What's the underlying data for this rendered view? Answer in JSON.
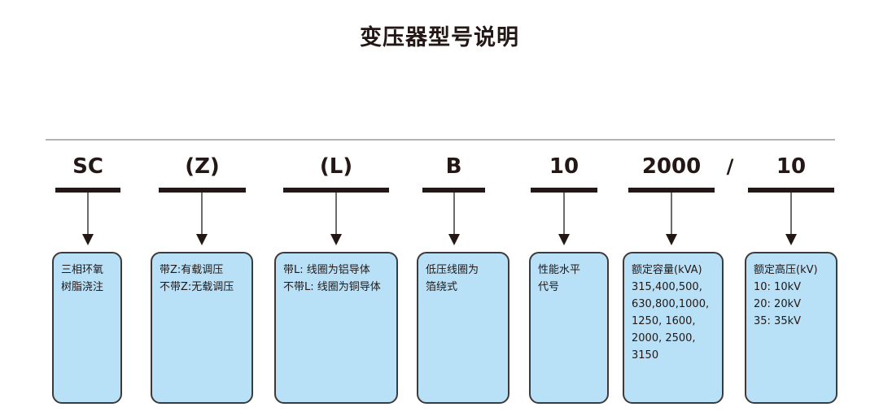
{
  "page": {
    "title": "变压器型号说明",
    "background_color": "#ffffff",
    "text_color": "#231815",
    "box_fill_color": "#b8e0f7",
    "box_border_color": "#3e3a39",
    "rule_color": "#b3b3b3"
  },
  "separator": {
    "slash": "/"
  },
  "segments": [
    {
      "code": "SC",
      "lines": [
        "三相环氧",
        "树脂浇注"
      ]
    },
    {
      "code": "(Z)",
      "lines": [
        "带Z:有载调压",
        "不带Z:无载调压"
      ]
    },
    {
      "code": "(L)",
      "lines": [
        "带L: 线圈为铝导体",
        "不带L: 线圈为铜导体"
      ]
    },
    {
      "code": "B",
      "lines": [
        "低压线圈为",
        "箔绕式"
      ]
    },
    {
      "code": "10",
      "lines": [
        "性能水平",
        "代号"
      ]
    },
    {
      "code": "2000",
      "lines": [
        "额定容量(kVA)",
        "315,400,500,",
        "630,800,1000,",
        "1250, 1600,",
        "2000, 2500,",
        "3150"
      ]
    },
    {
      "code": "10",
      "lines": [
        "额定高压(kV)",
        "10: 10kV",
        "20: 20kV",
        "35: 35kV"
      ]
    }
  ]
}
